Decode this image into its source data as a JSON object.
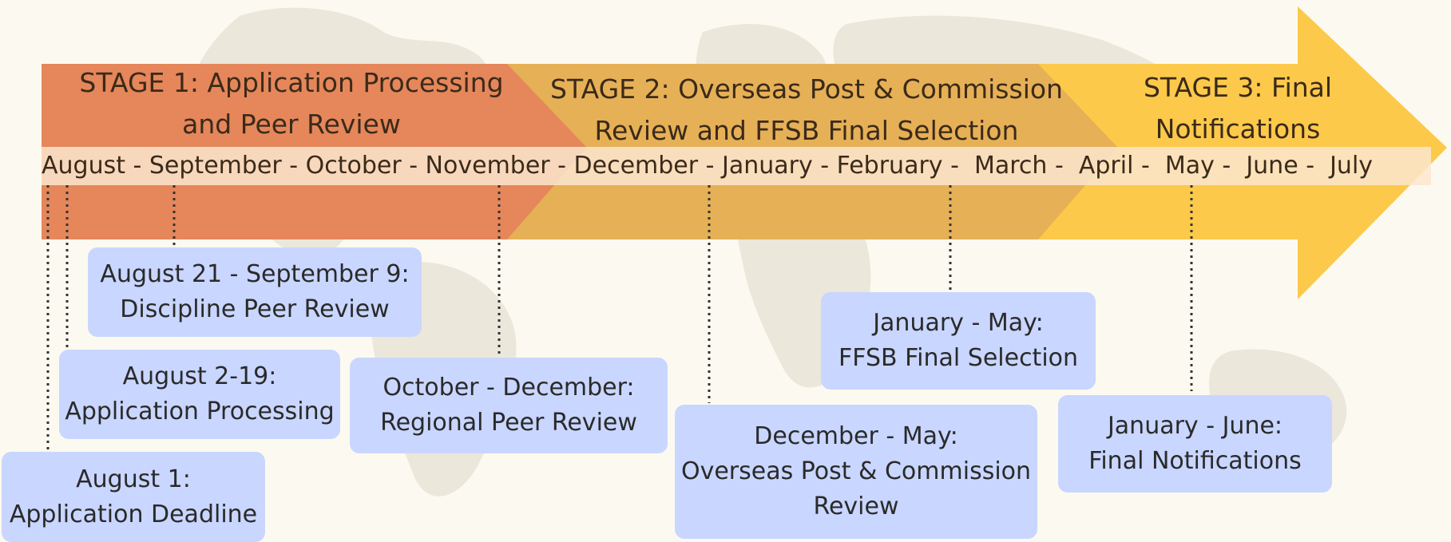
{
  "stages": [
    {
      "line1": "STAGE 1:  Application Processing",
      "line2": "and Peer Review"
    },
    {
      "line1": "STAGE 2: Overseas Post & Commission",
      "line2": "Review and FFSB Final Selection"
    },
    {
      "line1": "STAGE 3: Final",
      "line2": "Notifications"
    }
  ],
  "months_text": "August - September - October - November - December - January - February -  March -  April -  May -  June -  July",
  "events": [
    {
      "line1": "August 21 - September 9:",
      "line2": "Discipline Peer Review",
      "line3": ""
    },
    {
      "line1": "August 2-19:",
      "line2": "Application Processing",
      "line3": ""
    },
    {
      "line1": "August 1:",
      "line2": "Application Deadline",
      "line3": ""
    },
    {
      "line1": "October - December:",
      "line2": "Regional Peer Review",
      "line3": ""
    },
    {
      "line1": "December - May:",
      "line2": "Overseas Post & Commission",
      "line3": "Review"
    },
    {
      "line1": "January - May:",
      "line2": "FFSB Final Selection",
      "line3": ""
    },
    {
      "line1": "January - June:",
      "line2": "Final Notifications",
      "line3": ""
    }
  ],
  "colors": {
    "stage1": "#e5875a",
    "stage2": "#e6b056",
    "stage3": "#fcc94a",
    "month_band": "#fbe6cf",
    "event_box": "#c9d6ff",
    "map": "#e9e5d9"
  }
}
